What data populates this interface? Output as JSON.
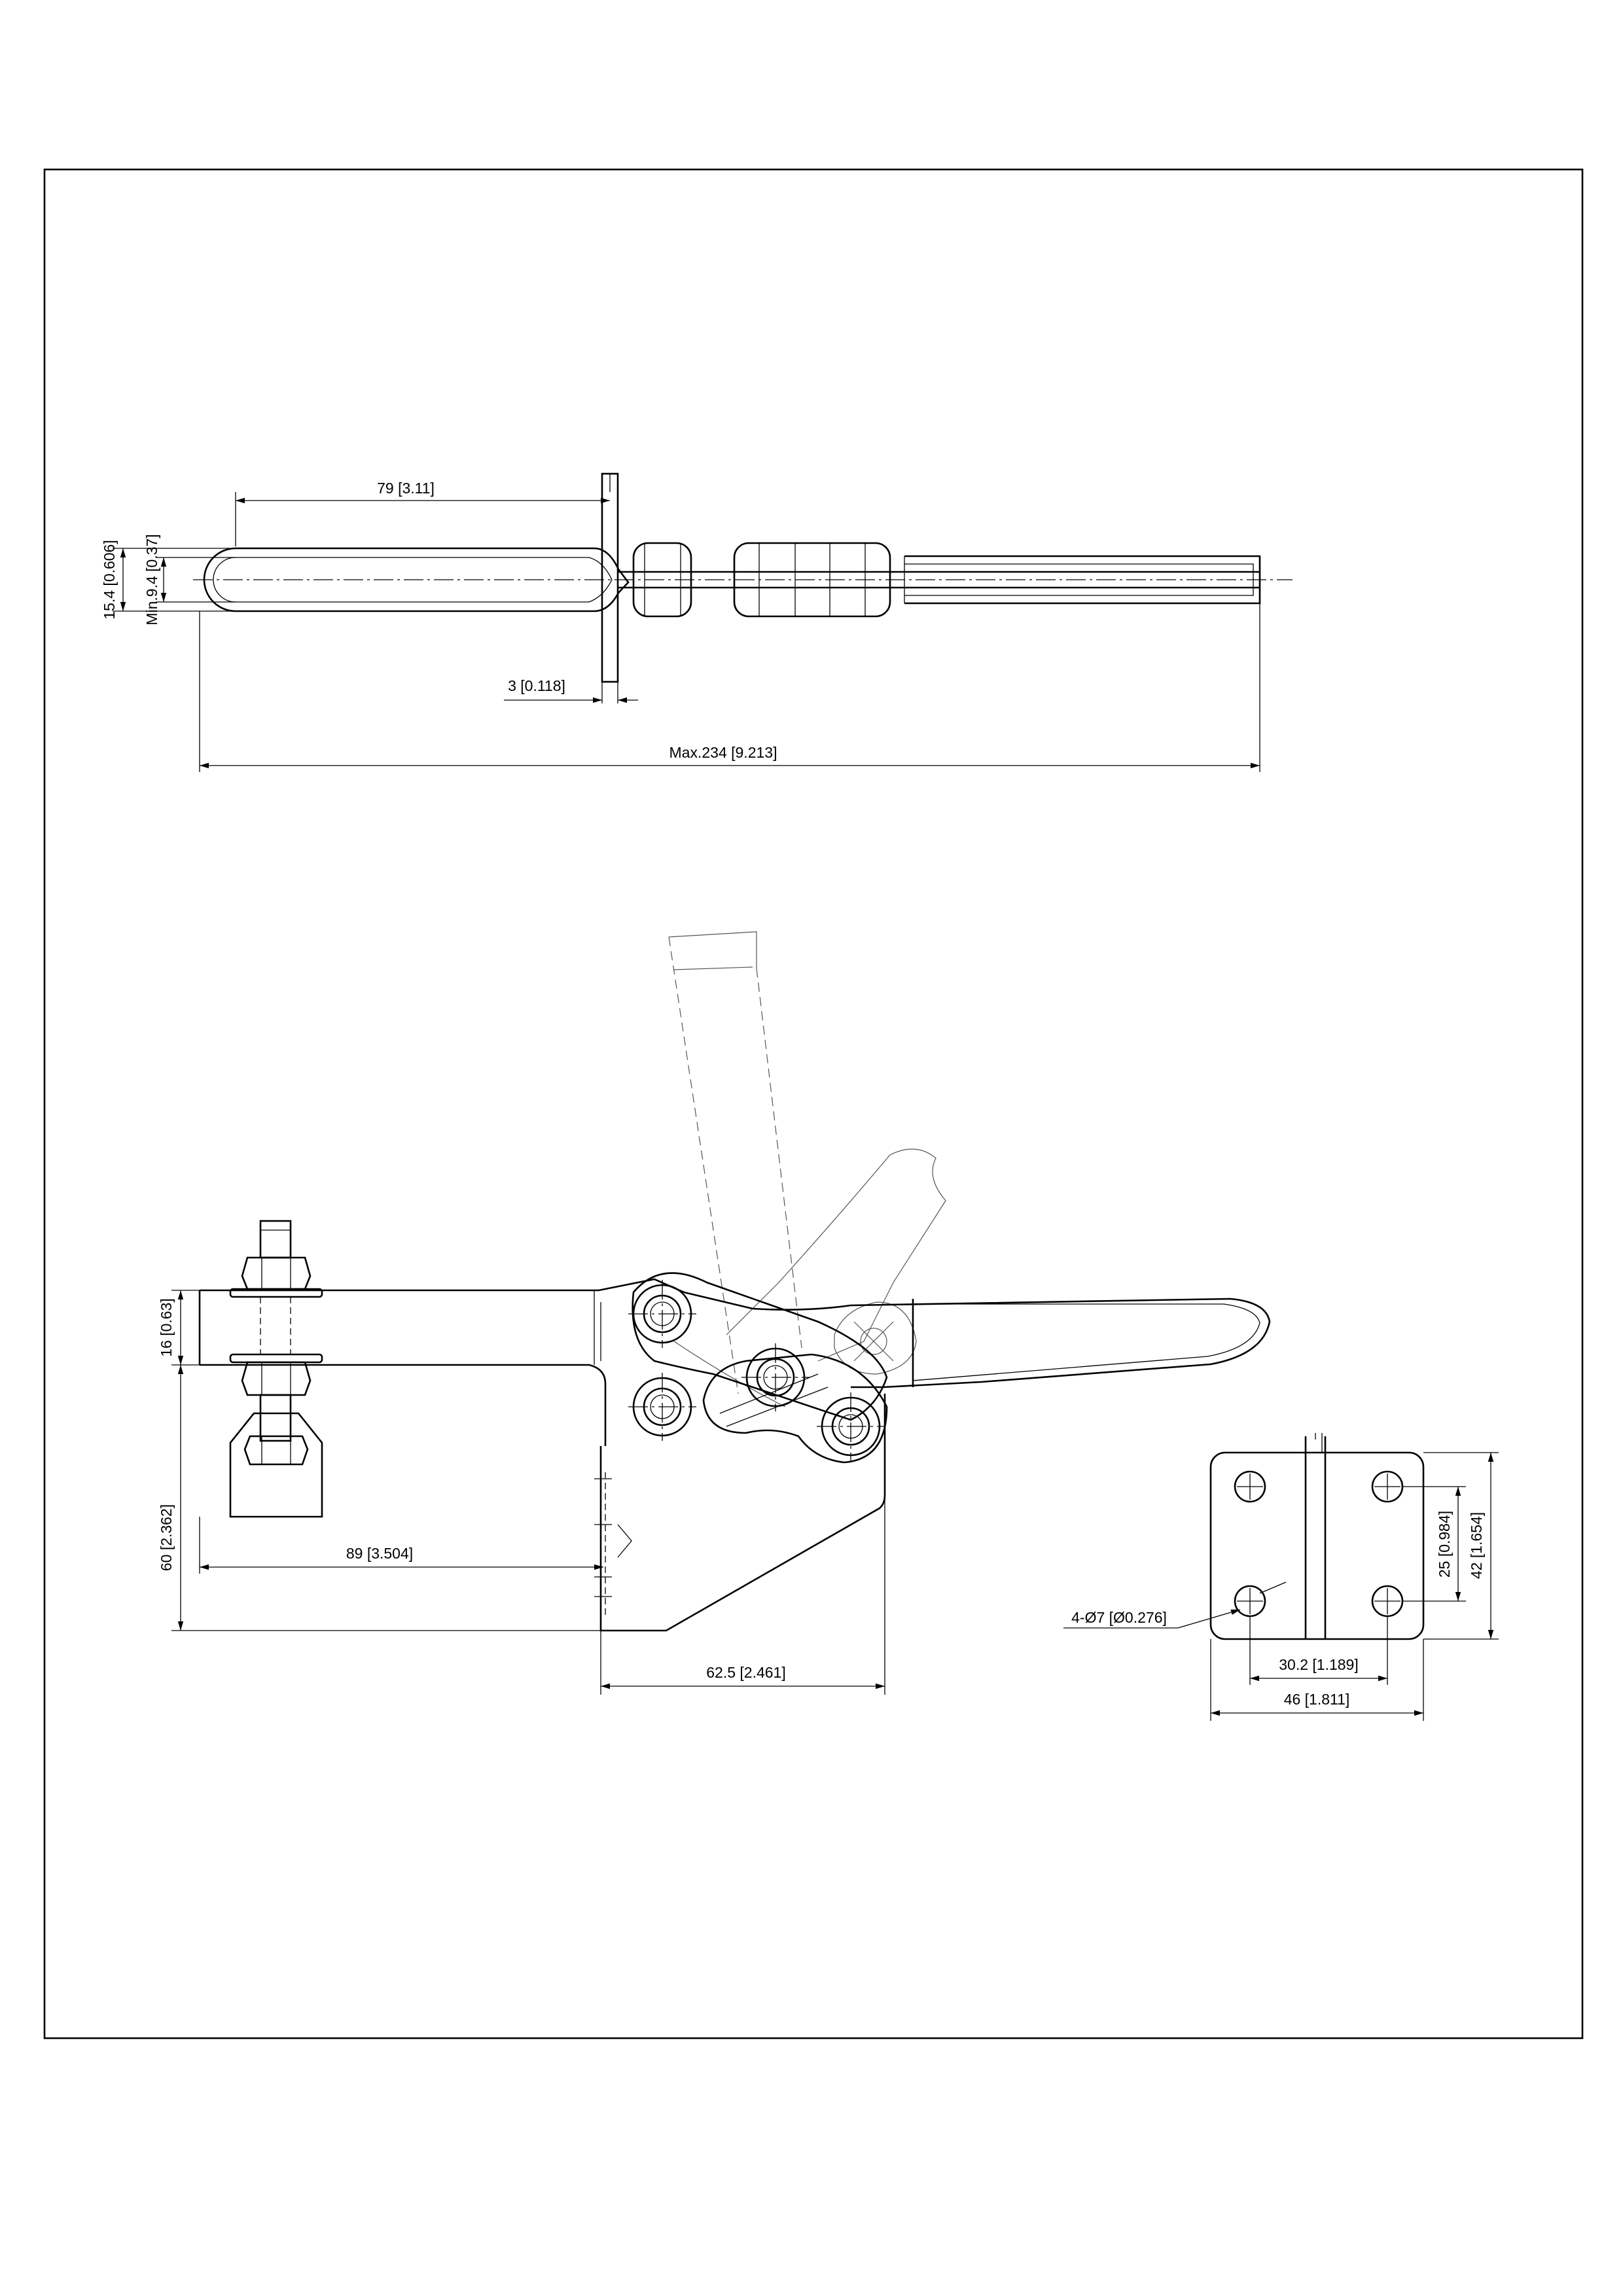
{
  "top_view": {
    "dim_handle_length": "79 [3.11]",
    "dim_overall_width": "15.4 [0.606]",
    "dim_min_width": "Min.9.4 [0.37]",
    "dim_plate_thickness": "3 [0.118]",
    "dim_max_length": "Max.234 [9.213]"
  },
  "side_view": {
    "dim_bar_height": "16 [0.63]",
    "dim_total_height": "60 [2.362]",
    "dim_reach": "89 [3.504]",
    "dim_base_length": "62.5 [2.461]"
  },
  "base_view": {
    "dim_hole_spacing_v": "25 [0.984]",
    "dim_base_height": "42 [1.654]",
    "dim_holes": "4-Ø7 [Ø0.276]",
    "dim_hole_spacing_h": "30.2 [1.189]",
    "dim_base_width": "46 [1.811]"
  }
}
